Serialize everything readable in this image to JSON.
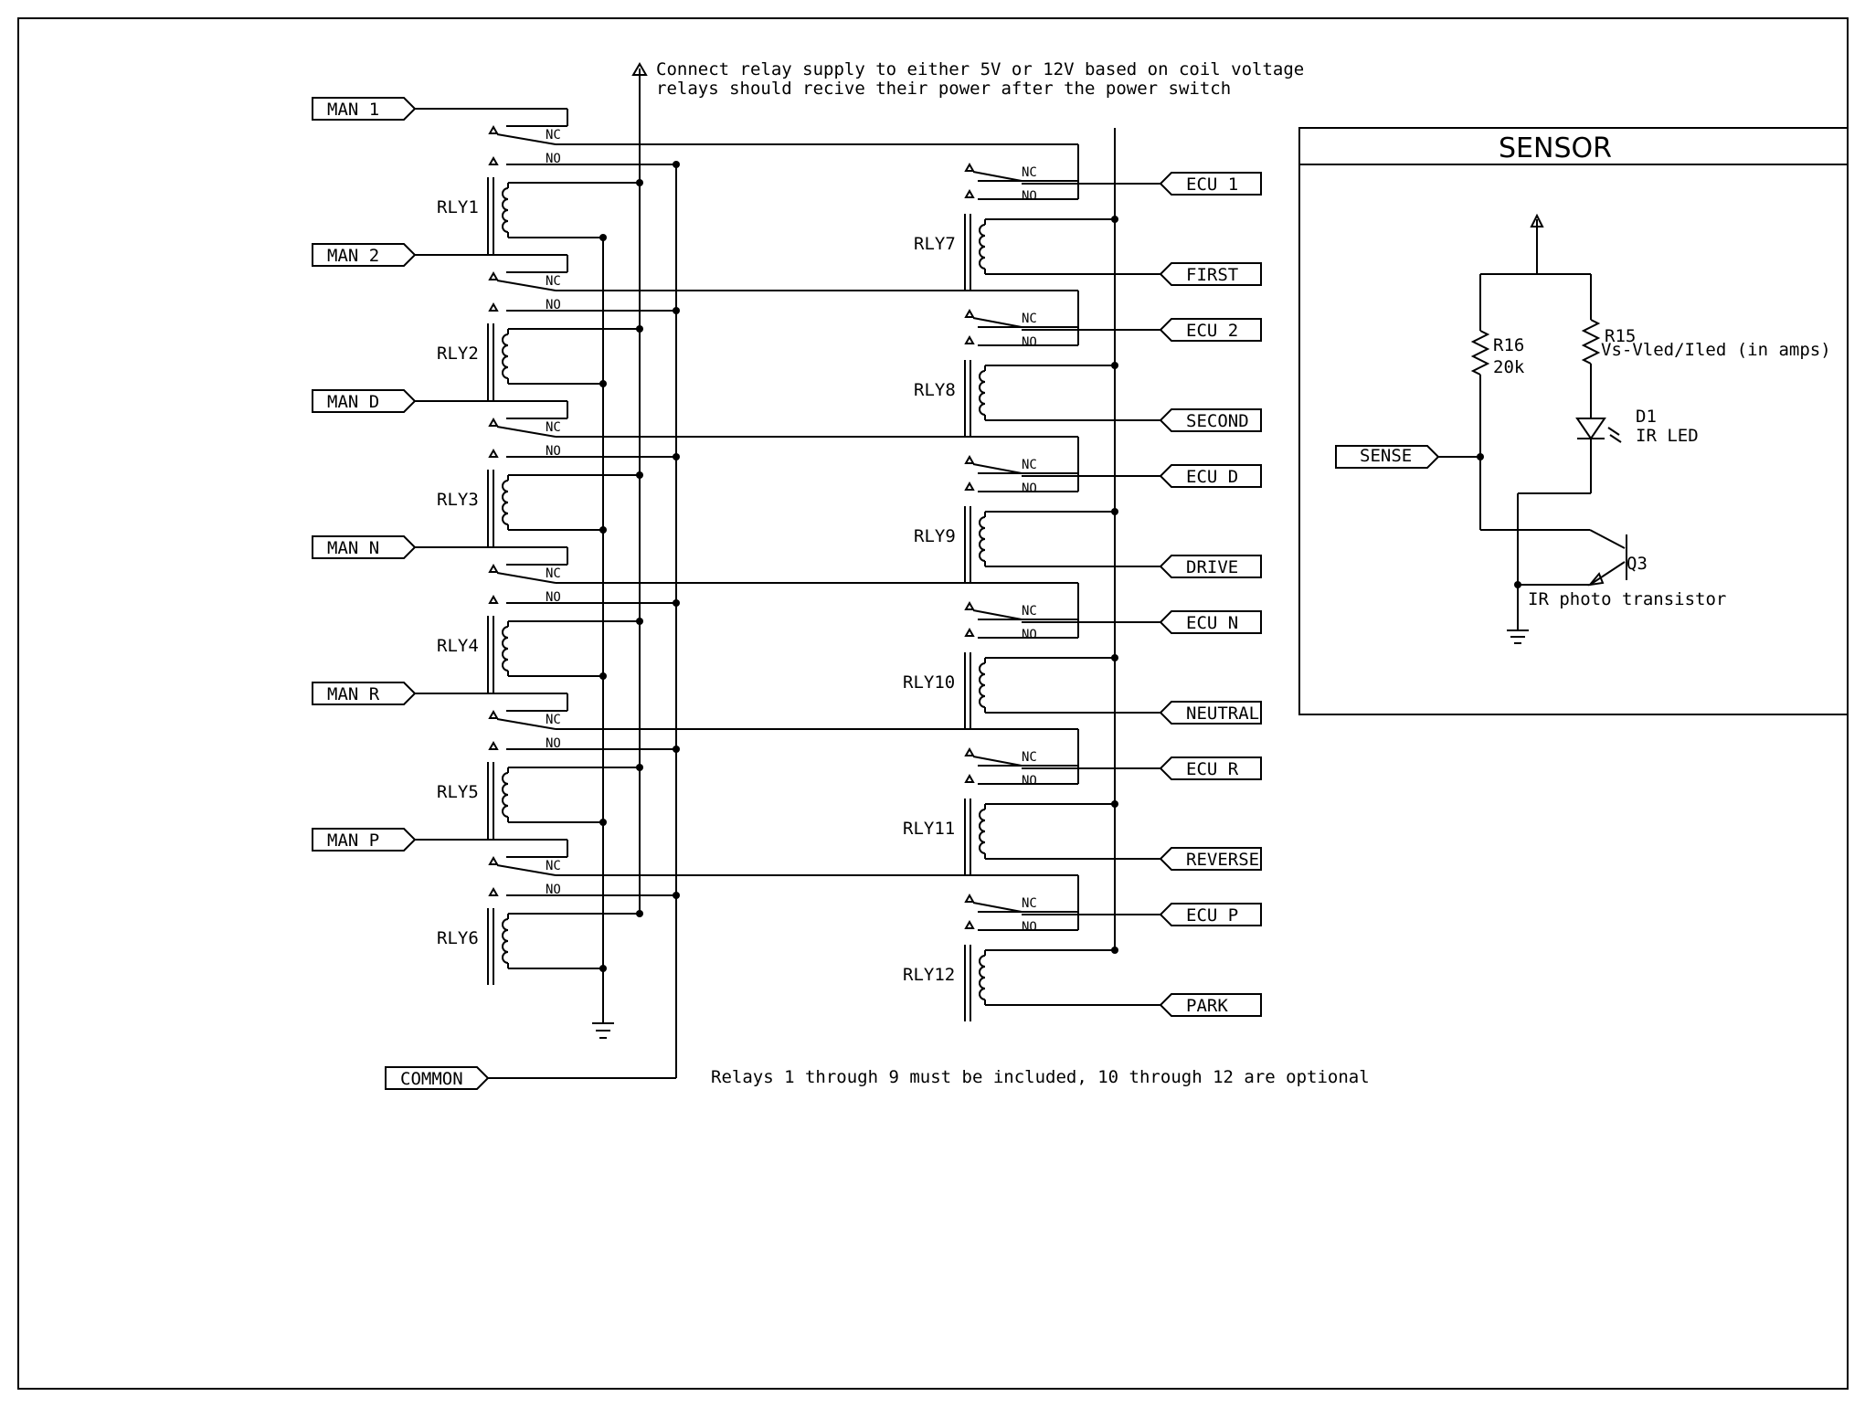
{
  "notes": {
    "supply_line1": "Connect relay supply to either 5V or 12V based on coil voltage",
    "supply_line2": "relays should recive their power after the power switch",
    "optional": "Relays 1 through 9 must be included, 10 through 12 are optional"
  },
  "contact_labels": {
    "nc": "NC",
    "no": "NO"
  },
  "left_inputs": [
    "MAN 1",
    "MAN 2",
    "MAN D",
    "MAN N",
    "MAN R",
    "MAN P"
  ],
  "left_relays": [
    "RLY1",
    "RLY2",
    "RLY3",
    "RLY4",
    "RLY5",
    "RLY6"
  ],
  "common_label": "COMMON",
  "right_relays": [
    "RLY7",
    "RLY8",
    "RLY9",
    "RLY10",
    "RLY11",
    "RLY12"
  ],
  "ecu_labels": [
    "ECU 1",
    "ECU 2",
    "ECU D",
    "ECU N",
    "ECU R",
    "ECU P"
  ],
  "position_labels": [
    "FIRST",
    "SECOND",
    "DRIVE",
    "NEUTRAL",
    "REVERSE",
    "PARK"
  ],
  "sensor": {
    "title": "SENSOR",
    "input_label": "SENSE",
    "r16_name": "R16",
    "r16_value": "20k",
    "r15_name": "R15",
    "r15_value": "Vs-Vled/Iled (in amps)",
    "d1_name": "D1",
    "d1_value": "IR LED",
    "q3_name": "Q3",
    "q3_value": "IR photo transistor"
  }
}
